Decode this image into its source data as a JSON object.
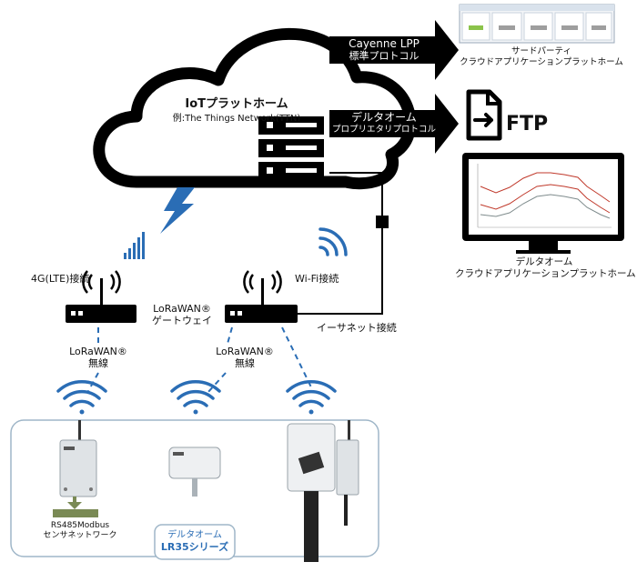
{
  "cloud": {
    "title": "IoTプラットホーム",
    "subtitle": "例:The Things Network(TTN)"
  },
  "arrows": {
    "cayenne": {
      "line1": "Cayenne LPP",
      "line2": "標準プロトコル"
    },
    "deltaohm": {
      "line1": "デルタオーム",
      "line2": "プロプリエタリプロトコル"
    }
  },
  "third_party": {
    "line1": "サードパーティ",
    "line2": "クラウドアプリケーションプラットホーム"
  },
  "ftp": {
    "label": "FTP"
  },
  "deltaohm_cloud": {
    "line1": "デルタオーム",
    "line2": "クラウドアプリケーションプラットホーム"
  },
  "connections": {
    "lte": "4G(LTE)接続",
    "wifi": "Wi-Fi接続",
    "ethernet": "イーサネット接続"
  },
  "gateway": {
    "line1": "LoRaWAN®",
    "line2": "ゲートウェイ"
  },
  "wireless_left": {
    "line1": "LoRaWAN®",
    "line2": "無線"
  },
  "wireless_mid": {
    "line1": "LoRaWAN®",
    "line2": "無線"
  },
  "modbus": {
    "line1": "RS485Modbus",
    "line2": "センサネットワーク"
  },
  "series": {
    "line1": "デルタオーム",
    "line2": "LR35シリーズ"
  },
  "colors": {
    "accent_blue": "#2a6db5",
    "black": "#111111"
  }
}
